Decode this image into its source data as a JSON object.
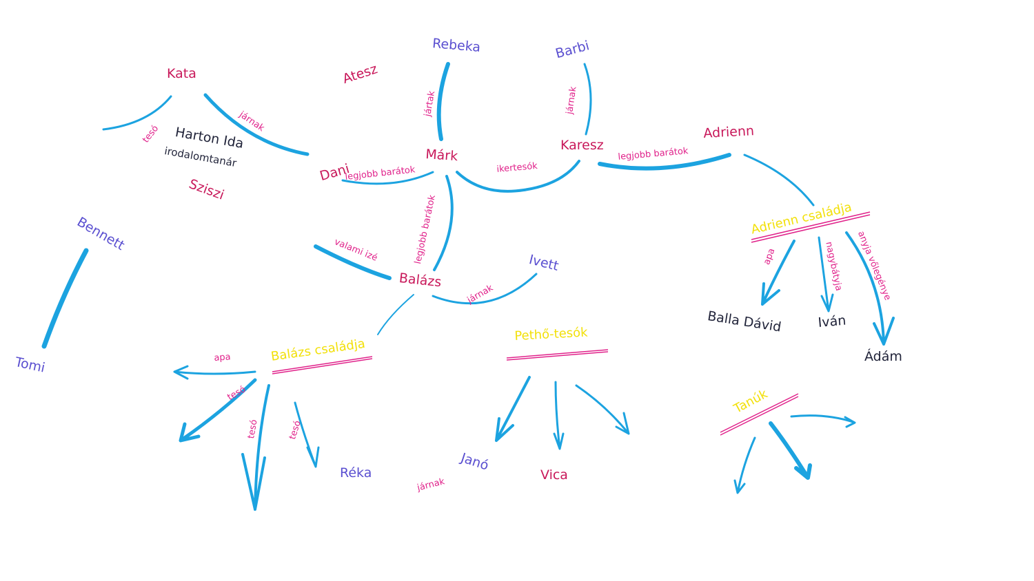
{
  "colors": {
    "edge": "#1ca3e0",
    "underline": "#e0218a",
    "name_red": "#c8185a",
    "name_blue": "#5a4fd0",
    "name_dark": "#1f2238",
    "relation_label": "#e0218a",
    "group_label": "#f2e00a"
  },
  "people": {
    "kata": "Kata",
    "atesz": "Atesz",
    "rebeka": "Rebeka",
    "barbi": "Barbi",
    "adrienn": "Adrienn",
    "harton_ida": "Harton Ida",
    "irodalomtanar": "irodalomtanár",
    "sziszi": "Sziszi",
    "dani": "Dani",
    "mark": "Márk",
    "karesz": "Karesz",
    "bennett": "Bennett",
    "balazs": "Balázs",
    "ivett": "Ivett",
    "tomi": "Tomi",
    "balla_david": "Balla Dávid",
    "ivan": "Iván",
    "adam": "Ádám",
    "reka": "Réka",
    "jano": "Janó",
    "vica": "Vica"
  },
  "relations": {
    "kata_teso": "tesó",
    "kata_jarnak": "járnak",
    "rebeka_jartak": "jártak",
    "barbi_jarnak": "járnak",
    "dani_legjobb": "legjobb barátok",
    "mark_karesz_ikertesok": "ikertesók",
    "karesz_adrienn_legjobb": "legjobb barátok",
    "mark_balazs_legjobb": "legjobb barátok",
    "valami_ize": "valami izé",
    "balazs_ivett_jarnak": "járnak",
    "balazs_apa": "apa",
    "balazs_teso1": "tesó",
    "balazs_teso2": "tesó",
    "balazs_teso3": "tesó",
    "adrienn_apa": "apa",
    "adrienn_nagybatyja": "nagybátyja",
    "adrienn_anyja_volegenye": "anyja vőlegénye",
    "reka_jano_jarnak": "járnak"
  },
  "groups": {
    "adrienn_csaladja": "Adrienn családja",
    "balazs_csaladja": "Balázs családja",
    "petho_tesok": "Pethő-tesók",
    "tanuk": "Tanúk"
  }
}
